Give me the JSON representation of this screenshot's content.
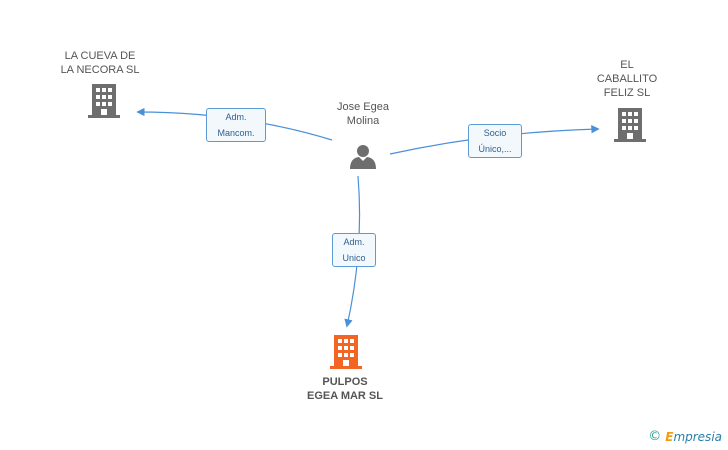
{
  "nodes": {
    "person": {
      "lines": [
        "Jose Egea",
        "Molina"
      ],
      "icon": "person-icon",
      "color": "#6e6e6e"
    },
    "cueva": {
      "lines": [
        "LA CUEVA DE",
        "LA NECORA SL"
      ],
      "icon": "building-icon",
      "color": "#6e6e6e"
    },
    "caballito": {
      "lines": [
        "EL",
        "CABALLITO",
        "FELIZ SL"
      ],
      "icon": "building-icon",
      "color": "#6e6e6e"
    },
    "pulpos": {
      "lines": [
        "PULPOS",
        "EGEA MAR SL"
      ],
      "icon": "building-icon",
      "color": "#f26522"
    }
  },
  "edges": {
    "to_cueva": {
      "lines": [
        "Adm.",
        "Mancom."
      ]
    },
    "to_caballito": {
      "lines": [
        "Socio",
        "Único,..."
      ]
    },
    "to_pulpos": {
      "lines": [
        "Adm.",
        "Unico"
      ]
    }
  },
  "edge_color": "#4a90d9",
  "watermark": {
    "copyright": "©",
    "brand_first": "E",
    "brand_rest": "mpresia"
  }
}
